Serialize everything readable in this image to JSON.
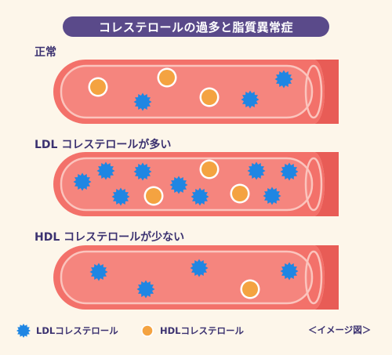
{
  "title": "コレステロールの過多と脂質異常症",
  "sections": [
    {
      "label": "正常",
      "ldl": [
        [
          182,
          130
        ],
        [
          319,
          127
        ],
        [
          362,
          101
        ]
      ],
      "hdl": [
        [
          125,
          111
        ],
        [
          213,
          99
        ],
        [
          267,
          124
        ]
      ]
    },
    {
      "label": "LDL コレステロールが多い",
      "ldl": [
        [
          105,
          232
        ],
        [
          135,
          218
        ],
        [
          182,
          219
        ],
        [
          154,
          251
        ],
        [
          228,
          236
        ],
        [
          255,
          251
        ],
        [
          327,
          218
        ],
        [
          369,
          219
        ],
        [
          347,
          250
        ]
      ],
      "hdl": [
        [
          267,
          216
        ],
        [
          196,
          250
        ],
        [
          306,
          247
        ]
      ]
    },
    {
      "label": "HDL コレステロールが少ない",
      "ldl": [
        [
          126,
          347
        ],
        [
          186,
          369
        ],
        [
          254,
          342
        ],
        [
          369,
          346
        ]
      ],
      "hdl": [
        [
          319,
          369
        ]
      ]
    }
  ],
  "legend": {
    "ldl_label": "LDLコレステロール",
    "hdl_label": "HDLコレステロール"
  },
  "note": "＜イメージ図＞",
  "colors": {
    "background": "#fdf6ea",
    "vessel_wall": "#f3716a",
    "vessel_inner": "#f5857e",
    "vessel_highlight": "#fbc4bd",
    "vessel_end": "#e85c56",
    "ldl": "#1f86e3",
    "hdl_fill": "#f4a341",
    "hdl_ring": "#ffffff",
    "title_bg": "#5a4a8a",
    "text": "#3b3170"
  }
}
